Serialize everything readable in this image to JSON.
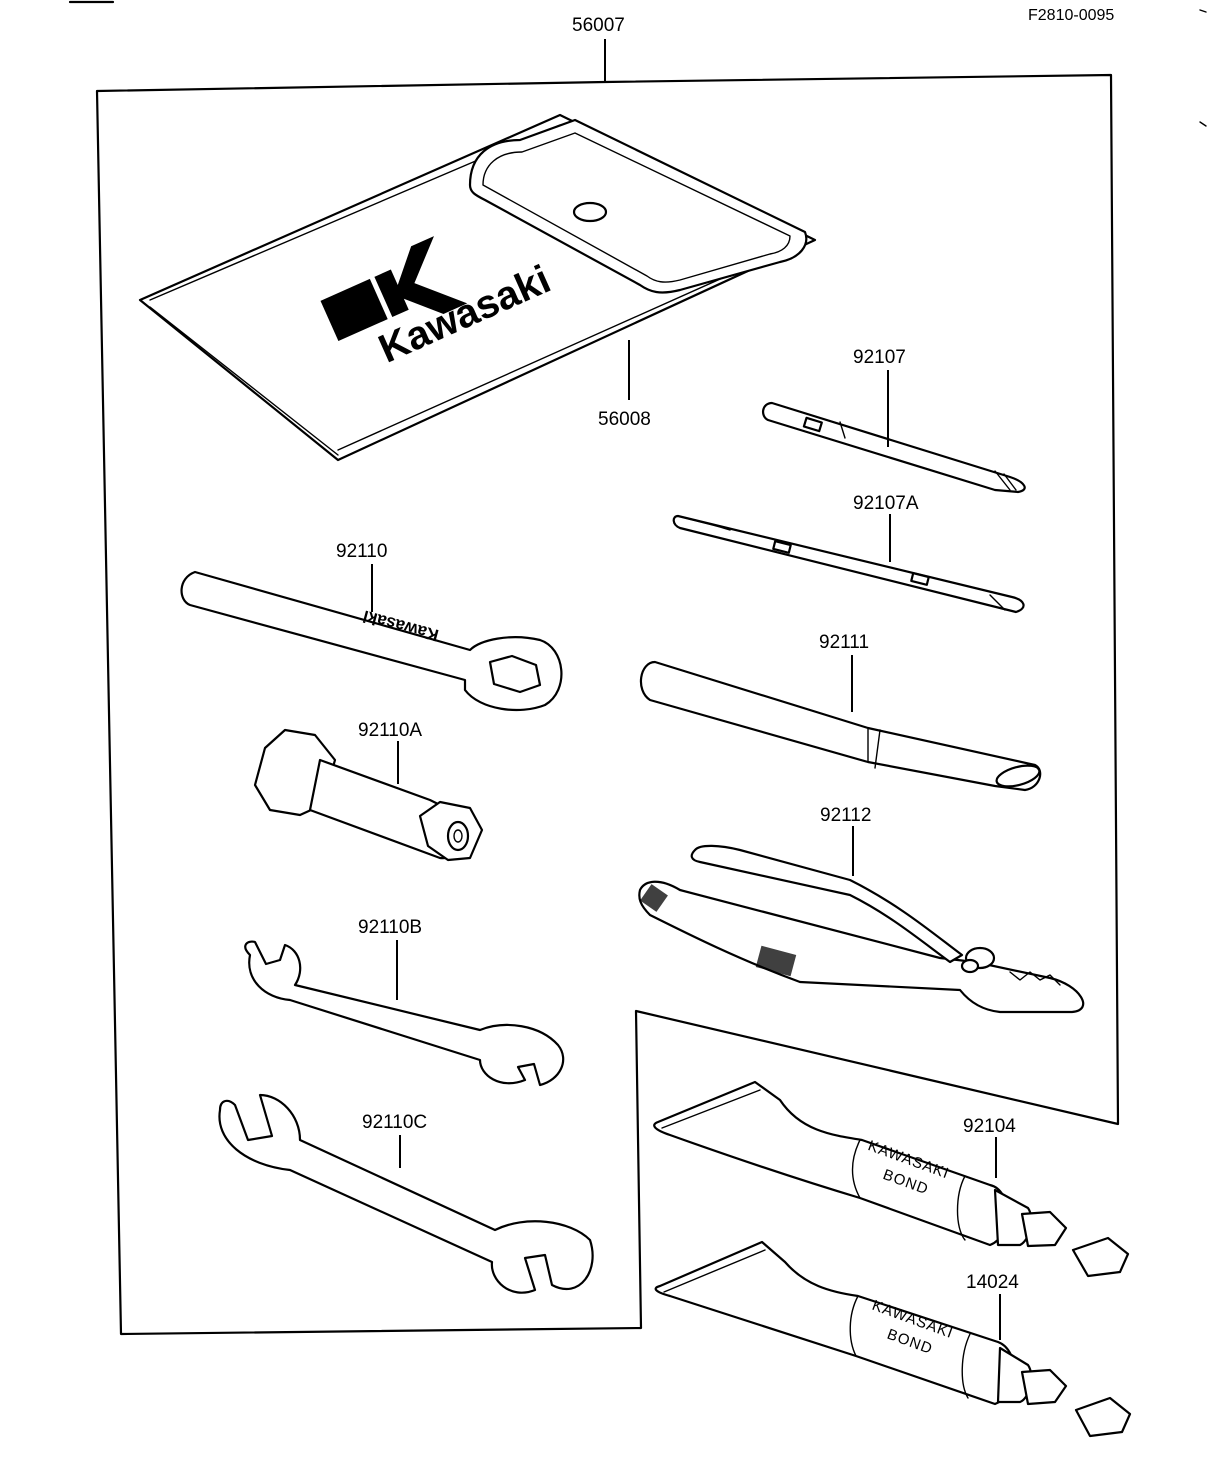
{
  "document_id": "F2810-0095",
  "parts": [
    {
      "number": "56007"
    },
    {
      "number": "56008"
    },
    {
      "number": "92107"
    },
    {
      "number": "92107A"
    },
    {
      "number": "92110"
    },
    {
      "number": "92111"
    },
    {
      "number": "92110A"
    },
    {
      "number": "92112"
    },
    {
      "number": "92110B"
    },
    {
      "number": "92110C"
    },
    {
      "number": "92104"
    },
    {
      "number": "14024"
    }
  ],
  "logo": {
    "brand": "Kawasaki"
  },
  "tubes": [
    {
      "line1": "KAWASAKI",
      "line2": "BOND"
    },
    {
      "line1": "KAWASAKI",
      "line2": "BOND"
    }
  ],
  "wrench_stamp": "Kawasaki"
}
